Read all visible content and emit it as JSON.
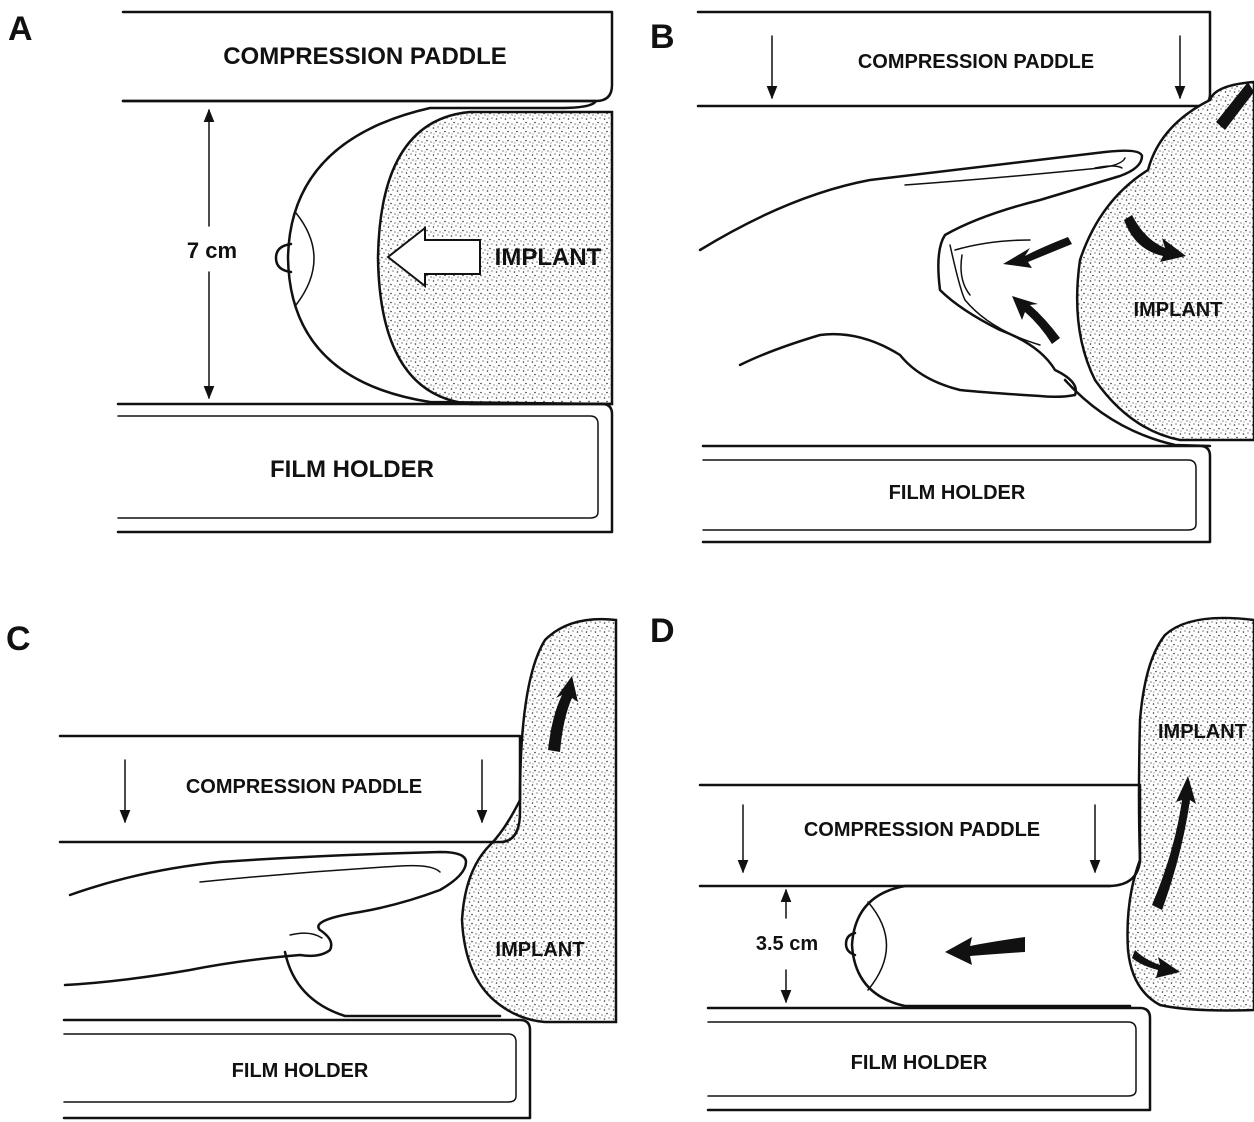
{
  "panels": {
    "a": {
      "letter": "A",
      "paddle": "COMPRESSION PADDLE",
      "film": "FILM HOLDER",
      "implant": "IMPLANT",
      "measure": "7 cm"
    },
    "b": {
      "letter": "B",
      "paddle": "COMPRESSION PADDLE",
      "film": "FILM HOLDER",
      "implant": "IMPLANT"
    },
    "c": {
      "letter": "C",
      "paddle": "COMPRESSION PADDLE",
      "film": "FILM HOLDER",
      "implant": "IMPLANT"
    },
    "d": {
      "letter": "D",
      "paddle": "COMPRESSION PADDLE",
      "film": "FILM HOLDER",
      "implant": "IMPLANT",
      "measure": "3.5 cm"
    }
  }
}
